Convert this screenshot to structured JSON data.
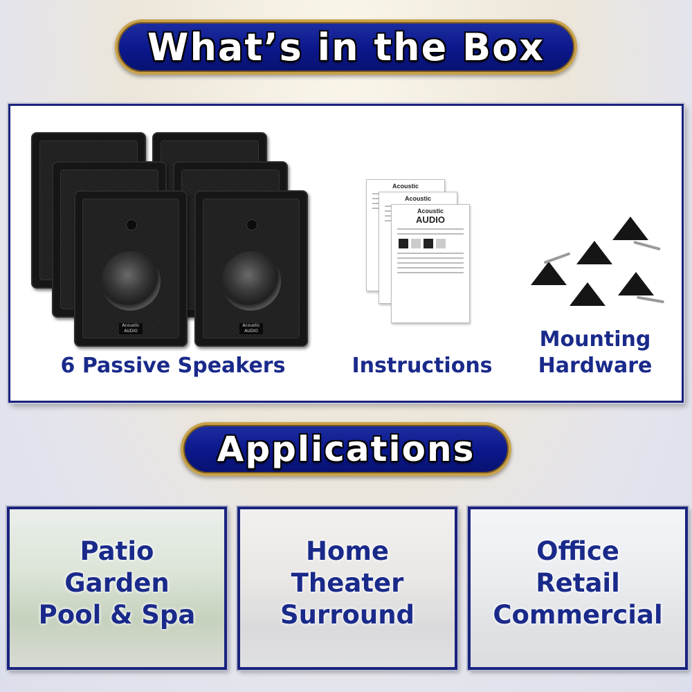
{
  "header": {
    "title": "What’s in the Box"
  },
  "box_contents": {
    "speakers_caption": "6 Passive Speakers",
    "instructions_caption": "Instructions",
    "hardware_caption_line1": "Mounting",
    "hardware_caption_line2": "Hardware",
    "speaker_badge": "Acoustic AUDIO",
    "doc_header": "Acoustic",
    "doc_brand": "AUDIO"
  },
  "applications": {
    "title": "Applications",
    "tiles": [
      {
        "lines": [
          "Patio",
          "Garden",
          "Pool & Spa"
        ]
      },
      {
        "lines": [
          "Home",
          "Theater",
          "Surround"
        ]
      },
      {
        "lines": [
          "Office",
          "Retail",
          "Commercial"
        ]
      }
    ]
  },
  "colors": {
    "banner_blue": "#0b178a",
    "gold_border": "#c9a24a",
    "caption_blue": "#1a2a8a"
  }
}
